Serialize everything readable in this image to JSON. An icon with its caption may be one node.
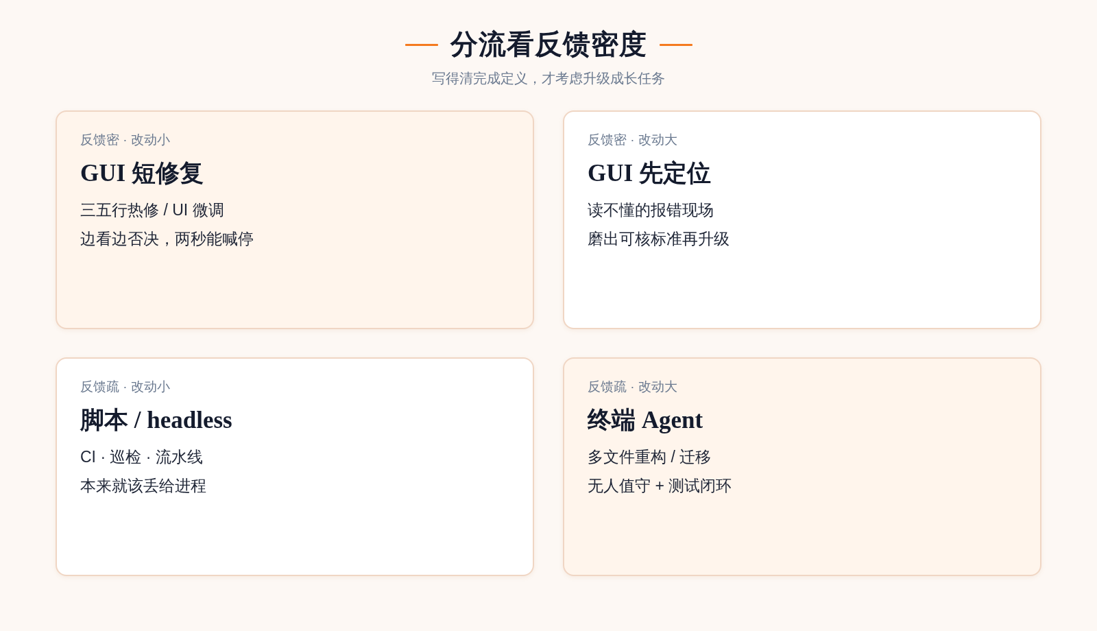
{
  "diagram": {
    "title": "分流看反馈密度",
    "nodes": [
      {
        "text": [
          "反馈密 · 改动小",
          "GUI 短修复",
          "三五行热修 / UI 微调",
          "边看边否决，两秒能喊停"
        ]
      },
      {
        "text": [
          "反馈密 · 改动大",
          "GUI 先定位",
          "读不懂的报错现场",
          "磨出可核标准再升级"
        ]
      },
      {
        "text": [
          "反馈疏 · 改动小",
          "脚本 / headless",
          "CI · 巡检 · 流水线",
          "本来就该丢给进程"
        ]
      },
      {
        "text": [
          "反馈疏 · 改动大",
          "终端 Agent",
          "多文件重构 / 迁移",
          "无人值守 + 测试闭环"
        ]
      }
    ],
    "labels": [
      "写得清完成定义，才考虑升级成长任务"
    ]
  }
}
